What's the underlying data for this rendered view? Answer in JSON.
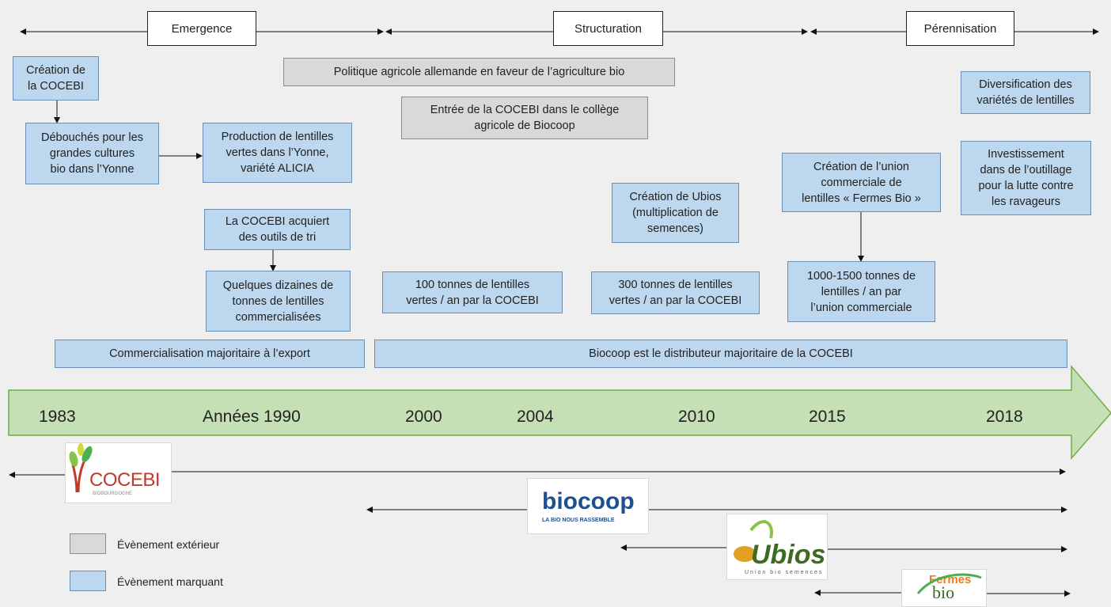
{
  "phases": [
    "Emergence",
    "Structuration",
    "Pérennisation"
  ],
  "events": {
    "creation_cocebi": "Création de\nla COCEBI",
    "debouches": "Débouchés pour les\ngrandes cultures\nbio dans l’Yonne",
    "production_lentilles": "Production de lentilles\nvertes dans l’Yonne,\nvariété ALICIA",
    "outils_tri": "La COCEBI acquiert\ndes outils de tri",
    "dizaines_tonnes": "Quelques dizaines de\ntonnes de lentilles\ncommercialisées",
    "export": "Commercialisation majoritaire à l’export",
    "politique_allemande": "Politique agricole allemande en faveur de l’agriculture bio",
    "entree_biocoop": "Entrée de la COCEBI dans le collège\nagricole de Biocoop",
    "tonnes_100": "100 tonnes de lentilles\nvertes / an par la COCEBI",
    "ubios": "Création de Ubios\n(multiplication de\nsemences)",
    "tonnes_300": "300 tonnes de lentilles\nvertes / an  par la COCEBI",
    "union_commerciale": "Création de l’union\ncommerciale de\nlentilles « Fermes Bio »",
    "tonnes_1000": "1000-1500 tonnes de\nlentilles / an  par\nl’union commerciale",
    "diversification": "Diversification des\nvariétés de lentilles",
    "investissement": "Investissement\ndans de l’outillage\npour la lutte contre\nles ravageurs",
    "biocoop_distributeur": "Biocoop est le distributeur majoritaire de la COCEBI"
  },
  "years": [
    "1983",
    "Années 1990",
    "2000",
    "2004",
    "2010",
    "2015",
    "2018"
  ],
  "logos": {
    "cocebi": "COCEBI",
    "cocebi_sub": "BIOBOURGOGNE",
    "biocoop": "biocoop",
    "biocoop_sub": "LA BIO NOUS RASSEMBLE",
    "ubios": "Ubios",
    "ubios_sub": "Union bio semences",
    "fermes_top": "Fermes",
    "fermes_bottom": "bio"
  },
  "legend": {
    "exterieur": "Évènement extérieur",
    "marquant": "Évènement marquant"
  },
  "colors": {
    "event_marquant": "#bdd7ee",
    "event_exterieur": "#d9d9d9",
    "timeline_arrow": "#c5e0b4"
  }
}
